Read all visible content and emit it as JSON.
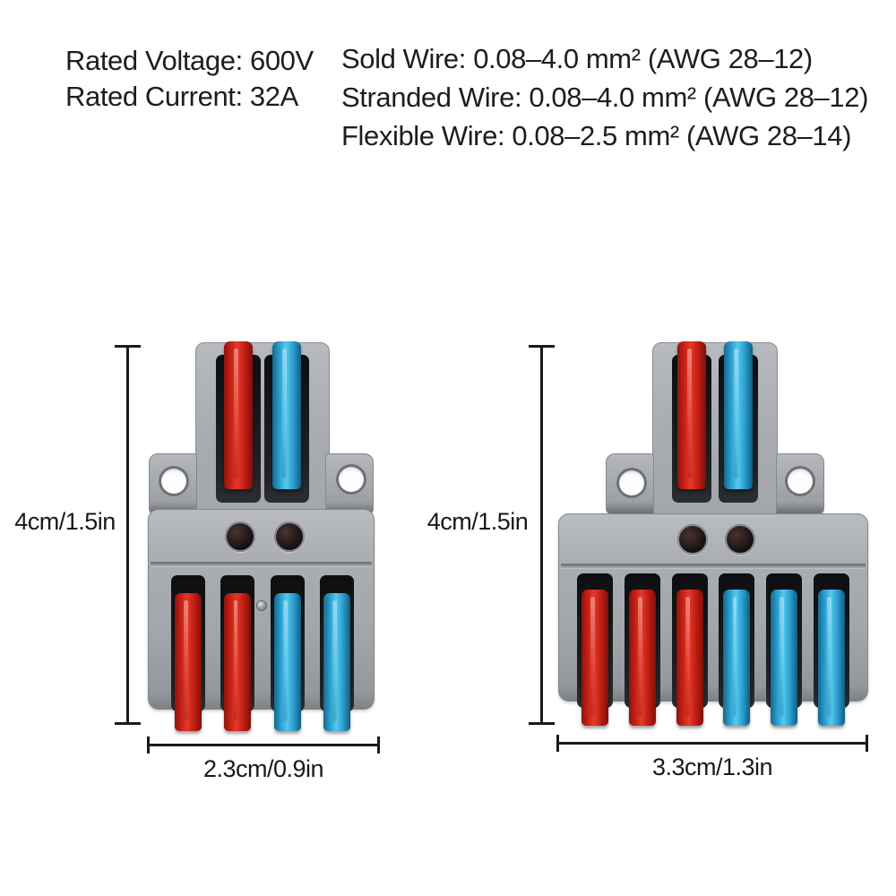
{
  "specs": {
    "left_lines": [
      "Rated Voltage: 600V",
      "Rated Current: 32A"
    ],
    "right_lines": [
      "Sold Wire: 0.08–4.0 mm² (AWG 28–12)",
      "Stranded Wire: 0.08–4.0 mm² (AWG 28–12)",
      "Flexible Wire: 0.08–2.5 mm² (AWG 28–14)"
    ]
  },
  "connectors": [
    {
      "name": "splitter-2-in-4-out",
      "height_label": "4cm/1.5in",
      "width_label": "2.3cm/0.9in",
      "input_levers": [
        "red",
        "blue"
      ],
      "output_levers": [
        "red",
        "red",
        "blue",
        "blue"
      ]
    },
    {
      "name": "splitter-2-in-6-out",
      "height_label": "4cm/1.5in",
      "width_label": "3.3cm/1.3in",
      "input_levers": [
        "red",
        "blue"
      ],
      "output_levers": [
        "red",
        "red",
        "red",
        "blue",
        "blue",
        "blue"
      ]
    }
  ],
  "colors": {
    "lever_red": "#d8271a",
    "lever_blue": "#35aedd",
    "body_gray": "#a8abaf",
    "annotation": "#1a1a1a",
    "background": "#ffffff"
  }
}
